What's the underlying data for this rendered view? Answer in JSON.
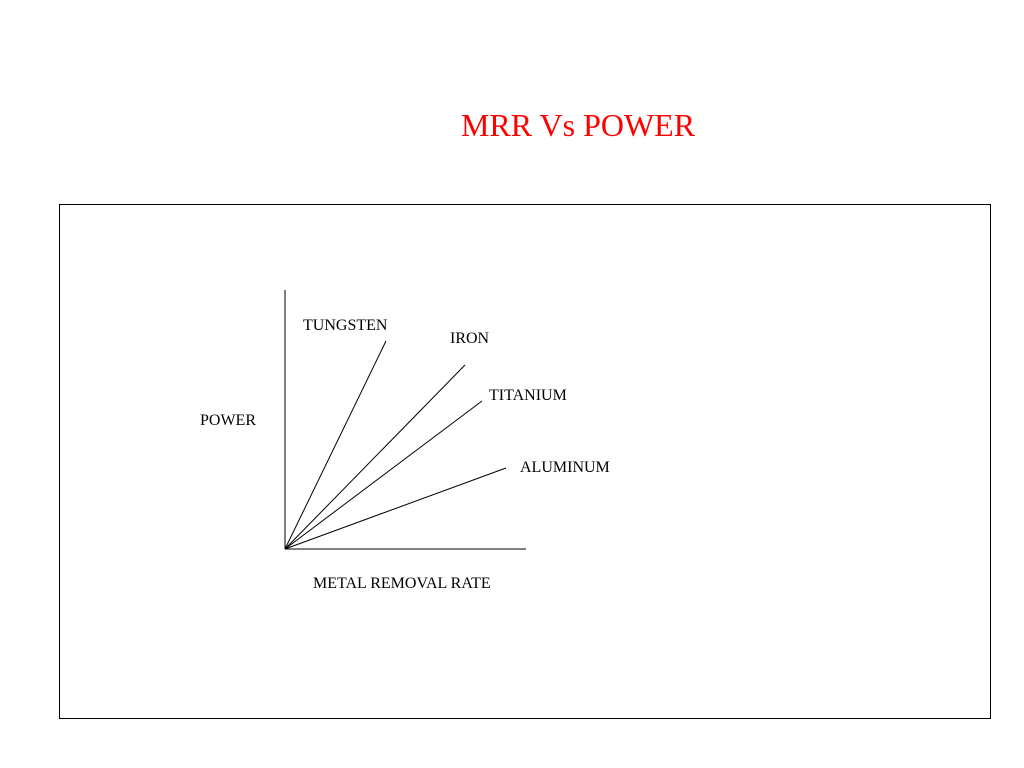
{
  "title": {
    "text": "MRR Vs POWER",
    "color": "#ff0000"
  },
  "diagram": {
    "y_axis_label": "POWER",
    "x_axis_label": "METAL REMOVAL RATE",
    "lines": [
      {
        "label": "TUNGSTEN"
      },
      {
        "label": "IRON"
      },
      {
        "label": "TITANIUM"
      },
      {
        "label": "ALUMINUM"
      }
    ],
    "line_color": "#000000",
    "frame_color": "#000000"
  }
}
